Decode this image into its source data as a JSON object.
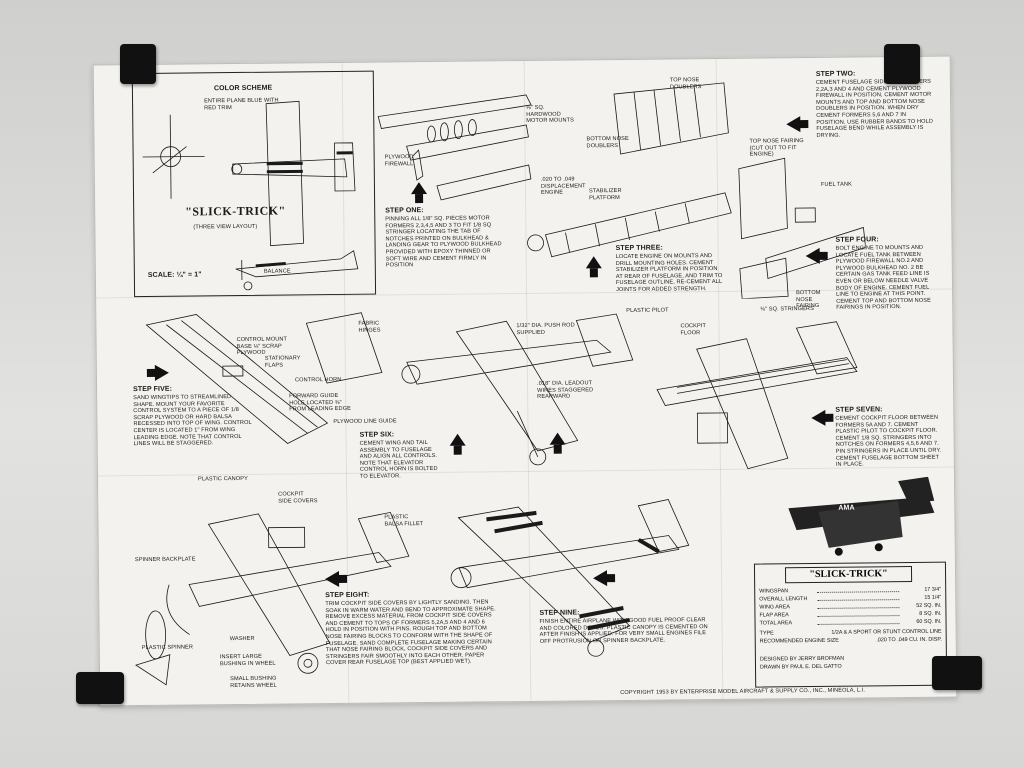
{
  "sheet": {
    "color_scheme": {
      "title": "COLOR SCHEME",
      "text": "ENTIRE PLANE BLUE WITH RED TRIM"
    },
    "three_view": {
      "name": "\"SLICK-TRICK\"",
      "subtitle": "(THREE VIEW LAYOUT)",
      "scale": "SCALE: ¼\" = 1\"",
      "balance": "BALANCE"
    },
    "step_one": {
      "title": "STEP ONE:",
      "text": "PINNING ALL 1/8\" SQ. PIECES MOTOR FORMERS 2,3,4,5 AND 3 TO FIT 1/8 SQ STRINGER LOCATING THE TAB OF NOTCHES PRINTED ON BULKHEAD & LANDING GEAR TO PLYWOOD BULKHEAD PROVIDED WITH EPOXY THINNED OR SOFT WIRE AND CEMENT FIRMLY IN POSITION"
    },
    "step_two": {
      "title": "STEP TWO:",
      "text": "CEMENT FUSELAGE SIDES TO FORMERS 2,2A,3 AND 4 AND CEMENT PLYWOOD FIREWALL IN POSITION, CEMENT MOTOR MOUNTS AND TOP AND BOTTOM NOSE DOUBLERS IN POSITION. WHEN DRY CEMENT FORMERS 5,6 AND 7 IN POSITION. USE RUBBER BANDS TO HOLD FUSELAGE BEND WHILE ASSEMBLY IS DRYING."
    },
    "step_three": {
      "title": "STEP THREE:",
      "text": "LOCATE ENGINE ON MOUNTS AND DRILL MOUNTING HOLES. CEMENT STABILIZER PLATFORM IN POSITION AT REAR OF FUSELAGE, AND TRIM TO FUSELAGE OUTLINE, RE-CEMENT ALL JOINTS FOR ADDED STRENGTH."
    },
    "step_four": {
      "title": "STEP FOUR:",
      "text": "BOLT ENGINE TO MOUNTS AND LOCATE FUEL TANK BETWEEN PLYWOOD FIREWALL NO.2 AND PLYWOOD BULKHEAD NO. 2 BE CERTAIN GAS TANK FEED LINE IS EVEN OR BELOW NEEDLE VALVE BODY OF ENGINE. CEMENT FUEL LINE TO ENGINE AT THIS POINT. CEMENT TOP AND BOTTOM NOSE FAIRINGS IN POSITION."
    },
    "step_five": {
      "title": "STEP FIVE:",
      "text": "SAND WINGTIPS TO STREAMLINED SHAPE. MOUNT YOUR FAVORITE CONTROL SYSTEM TO A PIECE OF 1/8 SCRAP PLYWOOD OR HARD BALSA RECESSED INTO TOP OF WING. CONTROL CENTER IS LOCATED 1\" FROM WING LEADING EDGE. NOTE THAT CONTROL LINES WILL BE STAGGERED."
    },
    "step_six": {
      "title": "STEP SIX:",
      "text": "CEMENT WING AND TAIL ASSEMBLY TO FUSELAGE AND ALIGN ALL CONTROLS. NOTE THAT ELEVATOR CONTROL HORN IS BOLTED TO ELEVATOR."
    },
    "step_seven": {
      "title": "STEP SEVEN:",
      "text": "CEMENT COCKPIT FLOOR BETWEEN FORMERS 5A AND 7. CEMENT PLASTIC PILOT TO COCKPIT FLOOR. CEMENT 1/8 SQ. STRINGERS INTO NOTCHES ON FORMERS 4,5,6 AND 7. PIN STRINGERS IN PLACE UNTIL DRY. CEMENT FUSELAGE BOTTOM SHEET IN PLACE."
    },
    "step_eight": {
      "title": "STEP EIGHT:",
      "text": "TRIM COCKPIT SIDE COVERS BY LIGHTLY SANDING. THEN SOAK IN WARM WATER AND BEND TO APPROXIMATE SHAPE. REMOVE EXCESS MATERIAL FROM COCKPIT SIDE COVERS AND CEMENT TO TOPS OF FORMERS 5,2A,5 AND 4 AND 6 HOLD IN POSITION WITH PINS. ROUGH TOP AND BOTTOM NOSE FAIRING BLOCKS TO CONFORM WITH THE SHAPE OF FUSELAGE. SAND COMPLETE FUSELAGE MAKING CERTAIN THAT NOSE FAIRING BLOCK, COCKPIT SIDE COVERS AND STRINGERS FAIR SMOOTHLY INTO EACH OTHER. PAPER COVER REAR FUSELAGE TOP (BEST APPLIED WET)."
    },
    "step_nine": {
      "title": "STEP NINE:",
      "text": "FINISH ENTIRE AIRPLANE WITH GOOD FUEL PROOF CLEAR AND COLORED DOPES. PLASTIC CANOPY IS CEMENTED ON AFTER FINISH IS APPLIED. FOR VERY SMALL ENGINES FILE OFF PROTRUSION ON SPINNER BACKPLATE."
    },
    "labels": {
      "plywood_firewall": "PLYWOOD FIREWALL",
      "hardwood_motor_mounts": "⅛\" SQ. HARDWOOD MOTOR MOUNTS",
      "top_nose_doublers": "TOP NOSE DOUBLERS",
      "bottom_nose_doublers": "BOTTOM NOSE DOUBLERS",
      "stabilizer_platform": "STABILIZER PLATFORM",
      "engine": ".020 TO .049 DISPLACEMENT ENGINE",
      "top_nose_fairing": "TOP NOSE FAIRING (CUT OUT TO FIT ENGINE)",
      "fuel_tank": "FUEL TANK",
      "bottom_nose_fairing": "BOTTOM NOSE FAIRING",
      "control_mount_base": "CONTROL MOUNT BASE ⅛\" SCRAP PLYWOOD",
      "stationary_flaps": "STATIONARY FLAPS",
      "control_horn": "CONTROL HORN",
      "fabric_hinges": "FABRIC HINGES",
      "forward_guide_hole": "FORWARD GUIDE HOLE LOCATED ⅜\" FROM LEADING EDGE",
      "plywood_line_guide": "PLYWOOD LINE GUIDE",
      "push_rod": "1/32\" DIA. PUSH ROD SUPPLIED",
      "leadout_wires": ".018\" DIA. LEADOUT WIRES STAGGERED REARWARD",
      "plastic_pilot": "PLASTIC PILOT",
      "stringers": "⅛\" SQ. STRINGERS",
      "cockpit_floor": "COCKPIT FLOOR",
      "plastic_canopy": "PLASTIC CANOPY",
      "cockpit_side_covers": "COCKPIT SIDE COVERS",
      "plastic_balsa_fillet": "PLASTIC BALSA FILLET",
      "spinner_backplate": "SPINNER BACKPLATE",
      "plastic_spinner": "PLASTIC SPINNER",
      "washer": "WASHER",
      "insert_bushing": "INSERT LARGE BUSHING IN WHEEL",
      "small_bushing": "SMALL BUSHING RETAINS WHEEL"
    },
    "specs": {
      "title": "\"SLICK-TRICK\"",
      "rows": [
        {
          "label": "WINGSPAN",
          "value": "17 3/4\""
        },
        {
          "label": "OVERALL LENGTH",
          "value": "15 1/4\""
        },
        {
          "label": "WING AREA",
          "value": "52 SQ. IN."
        },
        {
          "label": "FLAP AREA",
          "value": "8 SQ. IN."
        },
        {
          "label": "TOTAL AREA",
          "value": "60 SQ. IN."
        },
        {
          "label": "TYPE",
          "value": "1/2A & A SPORT OR STUNT CONTROL LINE"
        },
        {
          "label": "RECOMMENDED ENGINE SIZE",
          "value": ".020 TO .049 CU. IN. DISP."
        }
      ],
      "designed_by": "DESIGNED BY  JERRY  BROFMAN",
      "drawn_by": "DRAWN BY  PAUL  E. DEL  GATTO"
    },
    "copyright": "COPYRIGHT 1953 BY ENTERPRISE MODEL AIRCRAFT & SUPPLY CO., INC., MINEOLA, L.I.",
    "photo_marking": "AMA",
    "colors": {
      "ink": "#1a1a1a",
      "paper": "#f3f2ee",
      "clip": "#111111"
    }
  }
}
